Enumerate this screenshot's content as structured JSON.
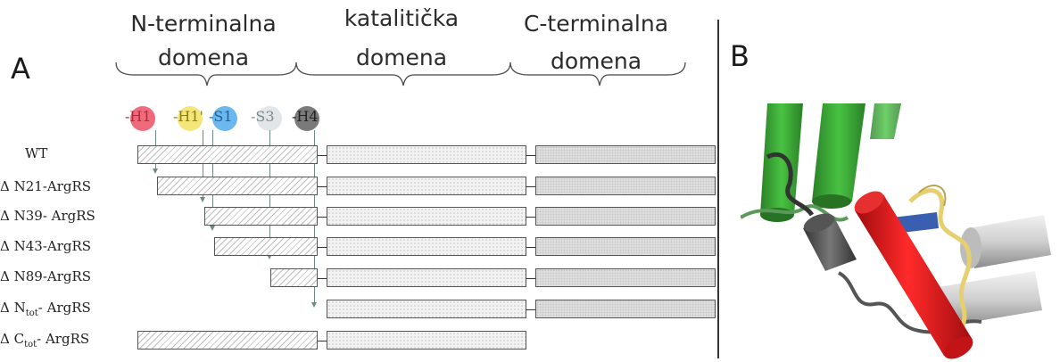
{
  "panels": {
    "a_label": "A",
    "b_label": "B"
  },
  "domains": {
    "n_terminal_line1": "N-terminalna",
    "n_terminal_line2": "domena",
    "catalytic_line1": "katalitička",
    "catalytic_line2": "domena",
    "c_terminal_line1": "C-terminalna",
    "c_terminal_line2": "domena"
  },
  "elements": [
    {
      "label": "-H1",
      "color": "#ef6b7c",
      "text_color": "#c0392b"
    },
    {
      "label": "-H1'",
      "color": "#f5e67a",
      "text_color": "#9a8f20"
    },
    {
      "label": "-S1",
      "color": "#6cb8ee",
      "text_color": "#1f6fb0"
    },
    {
      "label": "-S3",
      "color": "#d8dcdf",
      "text_color": "#7d8a8a"
    },
    {
      "label": "-H4",
      "color": "#7a7a7a",
      "text_color": "#333333"
    }
  ],
  "rows": [
    {
      "label": "WT"
    },
    {
      "label": "Δ N21-ArgRS"
    },
    {
      "label": "Δ N39- ArgRS"
    },
    {
      "label": "Δ N43-ArgRS"
    },
    {
      "label": "Δ N89-ArgRS"
    },
    {
      "label_pre": "Δ N",
      "label_sub": "tot",
      "label_post": "- ArgRS"
    },
    {
      "label_pre": "Δ C",
      "label_sub": "tot",
      "label_post": "- ArgRS"
    }
  ],
  "structure": {
    "helix_red": "#e0141a",
    "helix_green": "#2fa02a",
    "helix_dark": "#555555",
    "helix_white": "#d8d8d8",
    "loop_yellow": "#e8d27a",
    "strand_blue": "#3a5fb0"
  }
}
